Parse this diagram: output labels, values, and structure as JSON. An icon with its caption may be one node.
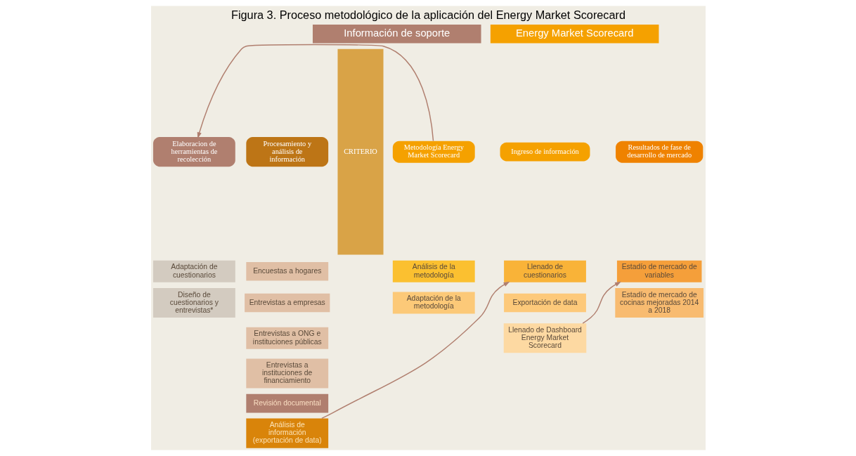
{
  "diagram": {
    "title": "Figura 3. Proceso metodológico de la aplicación del Energy Market Scorecard",
    "nodes": [
      {
        "text": [
          "Información de soporte"
        ]
      },
      {
        "text": [
          "Energy Market Scorecard"
        ]
      },
      {
        "text": [
          "Elaboracion de herramientas de recolección"
        ]
      },
      {
        "text": [
          "Adaptación de cuestionarios"
        ]
      },
      {
        "text": [
          "Diseño de cuestionarios y entrevistas*"
        ]
      },
      {
        "text": [
          "Procesamiento y análisis de información"
        ]
      },
      {
        "text": [
          "Encuestas a hogares"
        ]
      },
      {
        "text": [
          "Entrevistas a empresas"
        ]
      },
      {
        "text": [
          "Entrevistas a ONG e instituciones públicas"
        ]
      },
      {
        "text": [
          "Entrevistas a instituciones de financiamiento"
        ]
      },
      {
        "text": [
          "Revisión documental"
        ]
      },
      {
        "text": [
          "Análisis de información (exportación de data)"
        ]
      },
      {
        "text": [
          "CRITERIO"
        ]
      },
      {
        "text": [
          "Metodología Energy Market Scorecard"
        ]
      },
      {
        "text": [
          "Análisis de la metodología"
        ]
      },
      {
        "text": [
          "Adaptación de la metodología"
        ]
      },
      {
        "text": [
          "Ingreso de información"
        ]
      },
      {
        "text": [
          "Llenado de cuestionarios"
        ]
      },
      {
        "text": [
          "Exportación de data"
        ]
      },
      {
        "text": [
          "Llenado de Dashboard Energy Market Scorecard"
        ]
      },
      {
        "text": [
          "Resultados de fase de desarrollo de mercado"
        ]
      },
      {
        "text": [
          "Estadío de mercado de variables"
        ]
      },
      {
        "text": [
          "Estadío de mercado de cocinas mejoradas 2014 a 2018"
        ]
      }
    ],
    "edges": [
      {
        "from": 13,
        "to": 2,
        "arrow": "to"
      },
      {
        "from": 11,
        "to": 17,
        "arrow": "to"
      },
      {
        "from": 19,
        "to": 21,
        "arrow": "to"
      }
    ]
  }
}
